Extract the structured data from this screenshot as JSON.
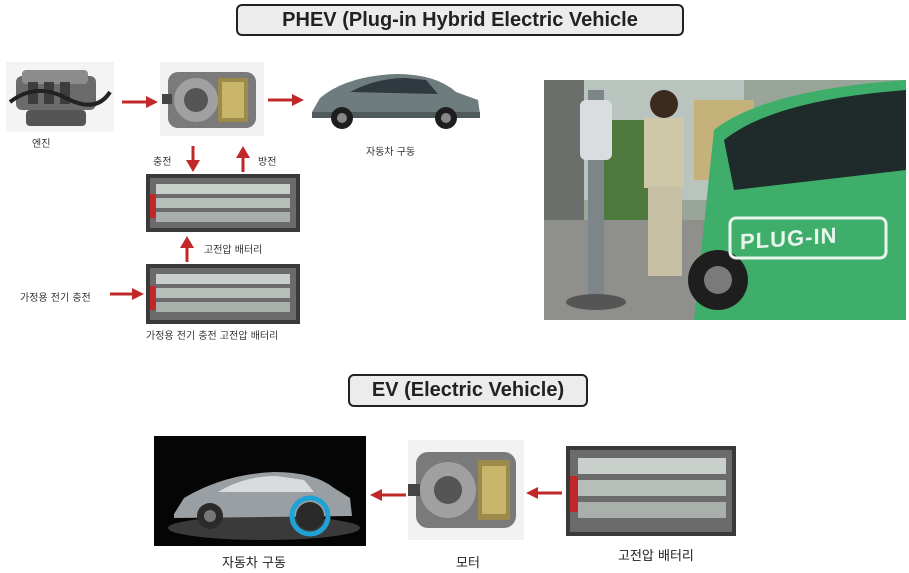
{
  "phev": {
    "title": "PHEV (Plug-in Hybrid  Electric Vehicle",
    "labels": {
      "engine": "엔진",
      "car_drive": "자동차 구동",
      "charge": "충전",
      "discharge": "방전",
      "hv_battery": "고전압 배터리",
      "home_charge": "가정용 전기 충전",
      "home_charge_battery": "가정용 전기 충전 고전압 배터리"
    },
    "photo_decal": "PLUG-IN"
  },
  "ev": {
    "title": "EV (Electric Vehicle)",
    "labels": {
      "car_drive": "자동차 구동",
      "motor": "모터",
      "hv_battery": "고전압 배터리"
    }
  },
  "colors": {
    "arrow": "#c0282a",
    "box_bg": "#ececec",
    "car_green": "#3fae6a"
  }
}
